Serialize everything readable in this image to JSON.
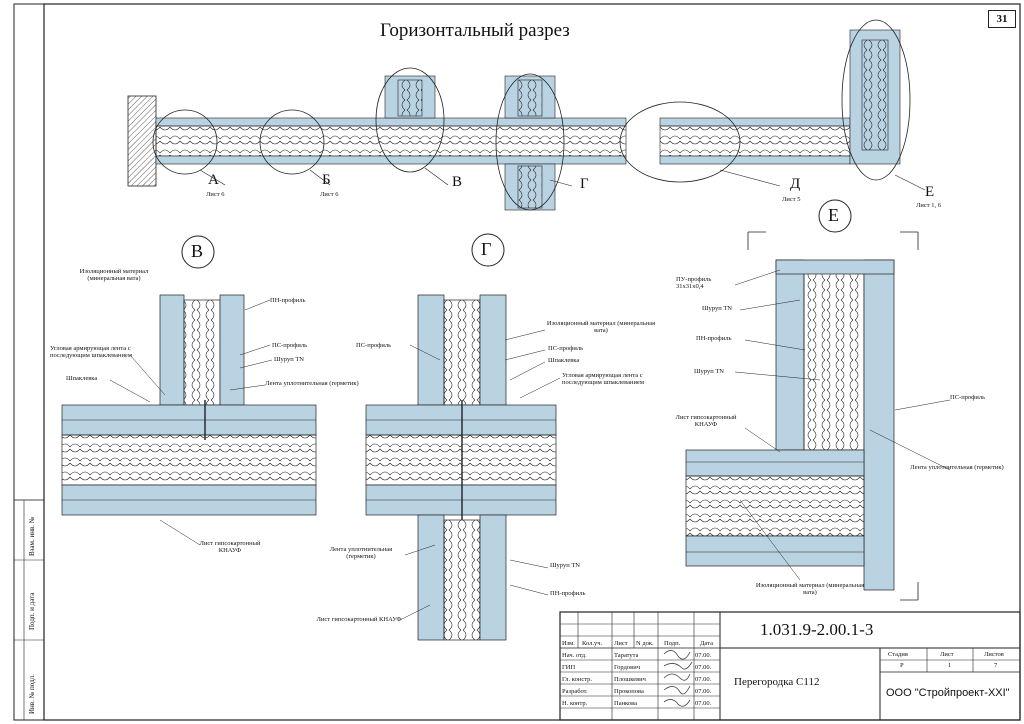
{
  "title": "Горизонтальный разрез",
  "sheet_number": "31",
  "section_marks": [
    {
      "letter": "А",
      "ref": "Лист 6"
    },
    {
      "letter": "Б",
      "ref": "Лист 6"
    },
    {
      "letter": "В",
      "ref": ""
    },
    {
      "letter": "Г",
      "ref": ""
    },
    {
      "letter": "Д",
      "ref": "Лист 5"
    },
    {
      "letter": "Е",
      "ref": "Лист 1, 6"
    }
  ],
  "details": {
    "V": {
      "letter": "В",
      "labels": {
        "insulation": "Изоляционный материал (минеральная вата)",
        "pn_profile": "ПН-профиль",
        "corner_tape": "Угловая армирующая лента с последующим шпаклеванием",
        "ps_profile": "ПС-профиль",
        "screw": "Шуруп TN",
        "putty": "Шпаклевка",
        "sealing_tape": "Лента уплотнительная (герметик)",
        "gypsum_sheet": "Лист гипсокартонный КНАУФ"
      }
    },
    "G": {
      "letter": "Г",
      "labels": {
        "ps_profile_left": "ПС-профиль",
        "insulation": "Изоляционный материал (минеральная вата)",
        "ps_profile_right": "ПС-профиль",
        "putty": "Шпаклевка",
        "corner_tape": "Угловая армирующая лента с последующим шпаклеванием",
        "sealing_tape": "Лента уплотнительная (герметик)",
        "screw": "Шуруп TN",
        "pn_profile": "ПН-профиль",
        "gypsum_sheet": "Лист гипсокартонный КНАУФ"
      }
    },
    "E": {
      "letter": "Е",
      "labels": {
        "pu_profile": "ПУ-профиль 31х31х0,4",
        "screw_top": "Шуруп TN",
        "pn_profile": "ПН-профиль",
        "screw": "Шуруп TN",
        "gypsum_sheet": "Лист гипсокартонный КНАУФ",
        "ps_profile": "ПС-профиль",
        "sealing_tape": "Лента уплотнительная (герметик)",
        "insulation": "Изоляционный материал (минеральная вата)"
      }
    }
  },
  "side_stamp": [
    "Взам. инв. №",
    "Подп. и дата",
    "Инв. № подл."
  ],
  "stamp": {
    "doc_code": "1.031.9-2.00.1-3",
    "object": "Перегородка С112",
    "company": "ООО \"Стройпроект-XXI\"",
    "header": [
      "Изм.",
      "Кол.уч.",
      "Лист",
      "N док.",
      "Подп.",
      "Дата"
    ],
    "rows": [
      {
        "role": "Нач. отд.",
        "name": "Таратута",
        "date": "07.00."
      },
      {
        "role": "ГИП",
        "name": "Гордович",
        "date": "07.00."
      },
      {
        "role": "Гл. констр.",
        "name": "Плошкевич",
        "date": "07.00."
      },
      {
        "role": "Разработ.",
        "name": "Прокопова",
        "date": "07.00."
      },
      {
        "role": "Н. контр.",
        "name": "Панкова",
        "date": "07.00."
      }
    ],
    "stage_header": [
      "Стадия",
      "Лист",
      "Листов"
    ],
    "stage_values": [
      "Р",
      "1",
      "7"
    ]
  },
  "colors": {
    "board": "#b9d3e3",
    "line": "#1a1a1a",
    "insulation": "#ffffff"
  }
}
